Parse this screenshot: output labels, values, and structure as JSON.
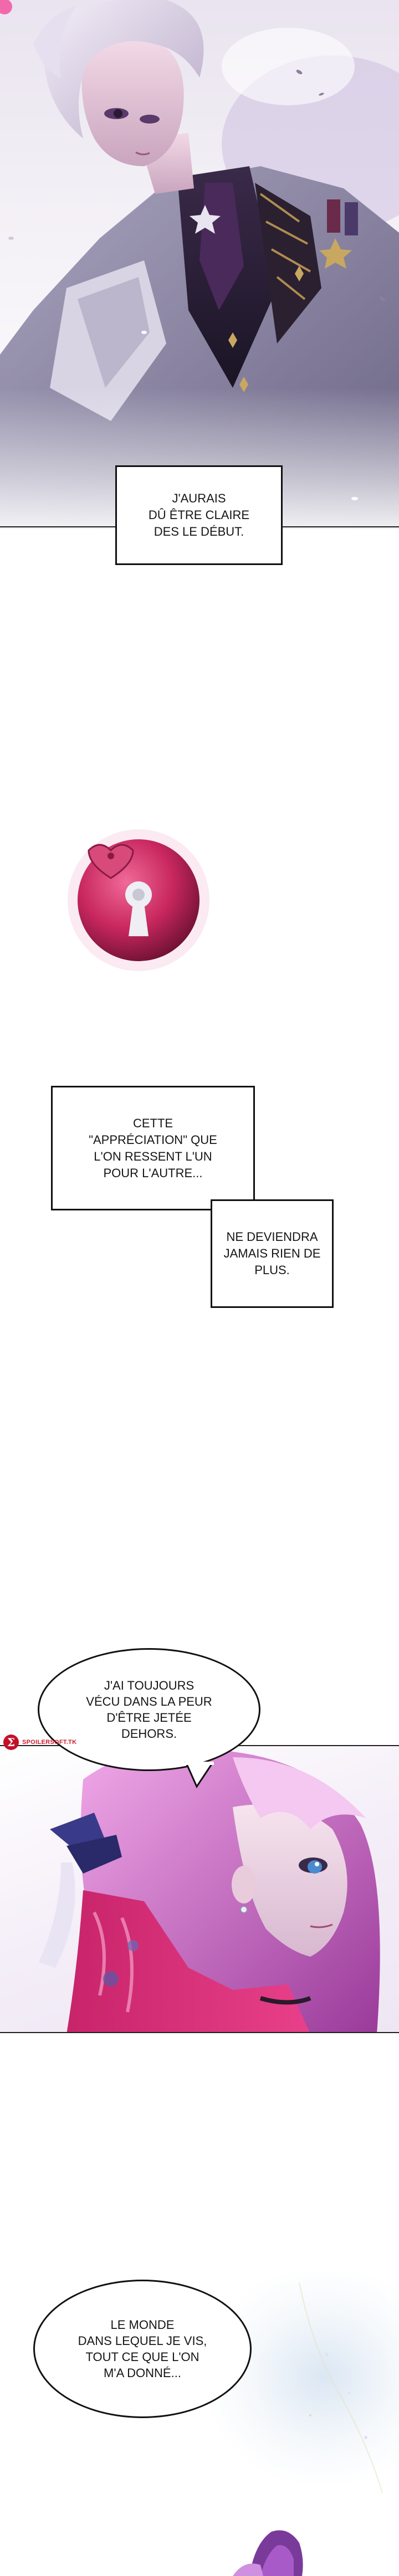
{
  "captions": {
    "c1": "J'AURAIS\nDÛ ÊTRE CLAIRE\nDES LE DÉBUT.",
    "c2": "CETTE\n\"APPRÉCIATION\" QUE\nL'ON RESSENT L'UN\nPOUR L'AUTRE...",
    "c3": "NE DEVIENDRA\nJAMAIS RIEN DE\nPLUS."
  },
  "bubbles": {
    "b1": "J'AI TOUJOURS\nVÉCU DANS LA PEUR\nD'ÊTRE JETÉE\nDEHORS.",
    "b2": "LE MONDE\nDANS LEQUEL JE VIS,\nTOUT CE QUE L'ON\nM'A DONNÉ..."
  },
  "watermark": {
    "glyph": "Σ",
    "text": "SPOILERSOFT.TK"
  },
  "colors": {
    "accent_red": "#c4102a",
    "heart_lock": "#c8275e"
  }
}
